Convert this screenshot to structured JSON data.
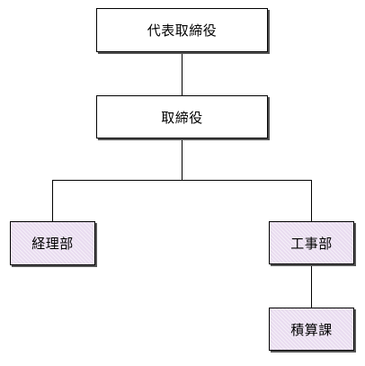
{
  "org_chart": {
    "nodes": {
      "ceo": "代表取締役",
      "director": "取締役",
      "accounting": "経理部",
      "construction": "工事部",
      "estimation": "積算課"
    },
    "colors": {
      "dept_fill": "#e9dcf0",
      "box_border": "#000000",
      "connector": "#000000"
    }
  }
}
